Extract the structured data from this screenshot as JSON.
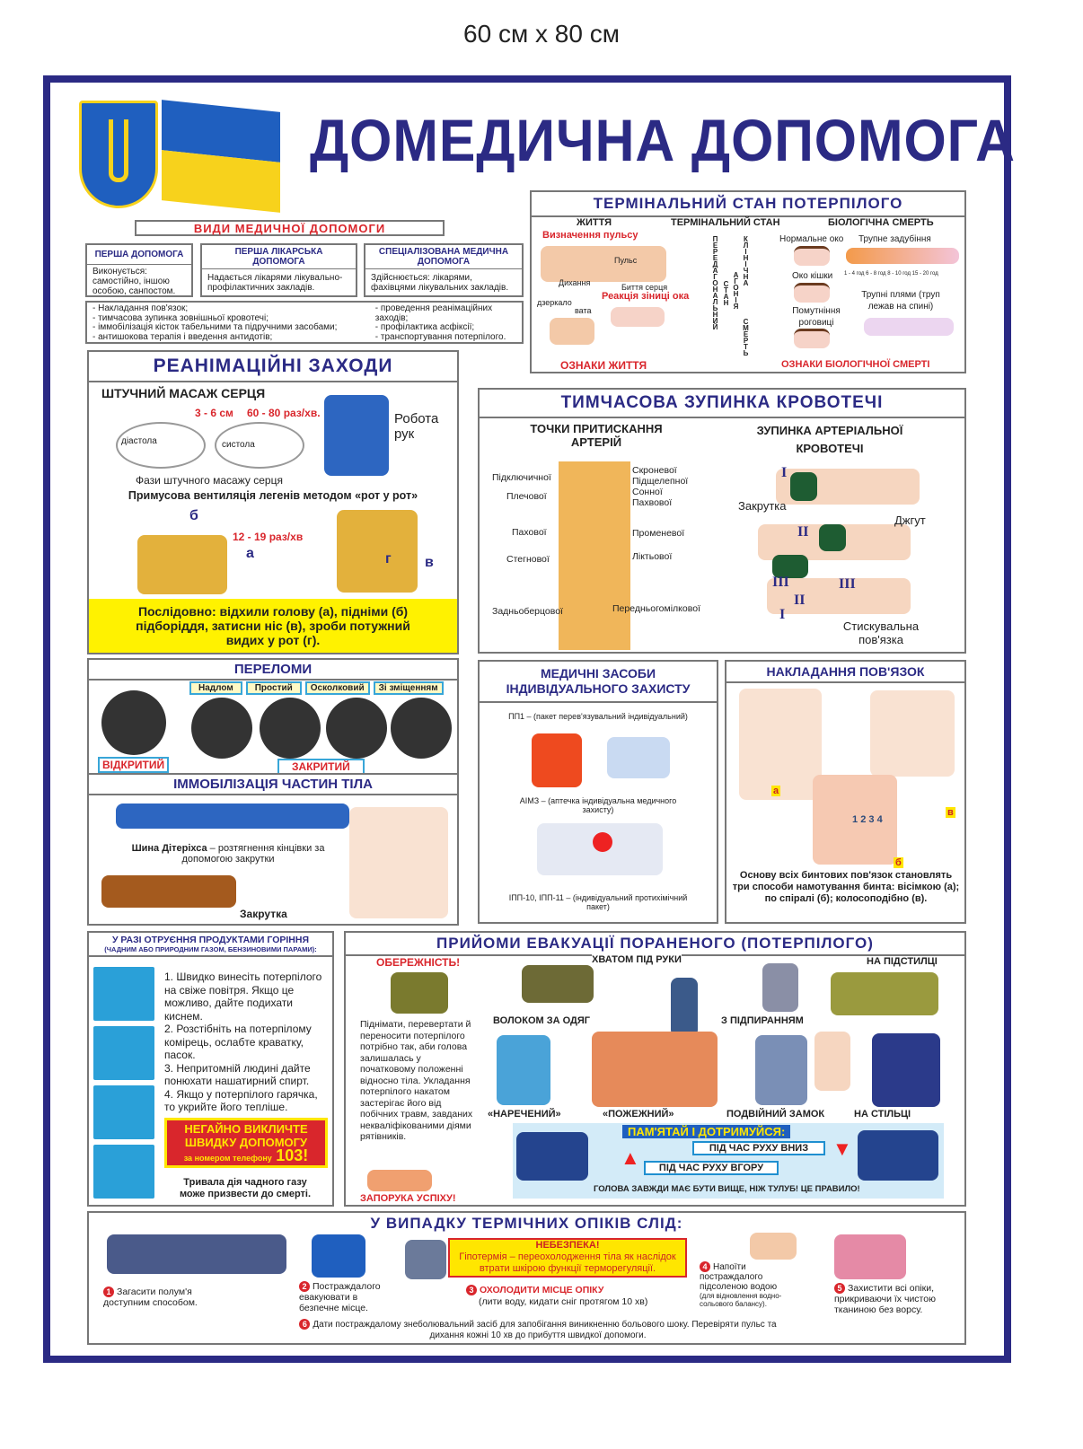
{
  "size_caption": "60 см х 80 см",
  "title": "ДОМЕДИЧНА ДОПОМОГА",
  "colors": {
    "navy": "#2b2a84",
    "red": "#d9262c",
    "yellow": "#ffeb00",
    "flag_blue": "#1f5fbf",
    "flag_yellow": "#f7d21c"
  },
  "types": {
    "title": "ВИДИ МЕДИЧНОЇ ДОПОМОГИ",
    "cols": [
      {
        "head": "ПЕРША ДОПОМОГА",
        "text": "Виконується: самостійно, іншою особою, санпостом."
      },
      {
        "head": "ПЕРША ЛІКАРСЬКА ДОПОМОГА",
        "text": "Надається лікарями лікувально-профілактичних закладів."
      },
      {
        "head": "СПЕЦІАЛІЗОВАНА МЕДИЧНА ДОПОМОГА",
        "text": "Здійснюється: лікарями, фахівцями лікувальних закладів."
      }
    ],
    "left_list": [
      "- Накладання пов'язок;",
      "- тимчасова зупинка зовнішньої кровотечі;",
      "- іммобілізація кісток табельними та підручними засобами;",
      "- антишокова терапія і введення антидотів;"
    ],
    "right_list": [
      "- проведення реанімаційних заходів;",
      "- профілактика асфіксії;",
      "- транспортування потерпілого."
    ]
  },
  "terminal": {
    "title": "ТЕРМІНАЛЬНИЙ СТАН ПОТЕРПІЛОГО",
    "life": "ЖИТТЯ",
    "state": "ТЕРМІНАЛЬНИЙ СТАН",
    "death": "БІОЛОГІЧНА СМЕРТЬ",
    "pulse": "Визначення пульсу",
    "pulse_lbl": "Пульс",
    "breath": "Дихання",
    "heart": "Биття серця",
    "mirror": "дзеркало",
    "wool": "вата",
    "pupil": "Реакція зіниці ока",
    "v1": "ПЕРЕДАГОНАЛЬНИЙ",
    "v2": "СТАН",
    "v3": "АГОНІЯ",
    "v4": "КЛІНІЧНА",
    "v5": "СМЕРТЬ",
    "normal_eye": "Нормальне око",
    "cat_eye": "Око кішки",
    "cornea": "Помутніння роговиці",
    "rigor": "Трупне задубіння",
    "hours": "1 - 4 год  6 - 8 год  8 - 10 год  15 - 20 год",
    "spots": "Трупні плями (труп лежав на спині)",
    "signs_life": "ОЗНАКИ ЖИТТЯ",
    "signs_death": "ОЗНАКИ БІОЛОГІЧНОЇ СМЕРТІ"
  },
  "reanim": {
    "title": "РЕАНІМАЦІЙНІ ЗАХОДИ",
    "massage": "ШТУЧНИЙ МАСАЖ СЕРЦЯ",
    "depth": "3 - 6 см",
    "rate": "60 - 80 раз/хв.",
    "diastole": "діастола",
    "systole": "систола",
    "phases": "Фази штучного масажу серця",
    "hands": "Робота рук",
    "vent": "Примусова вентиляція легенів методом «рот у рот»",
    "vent_rate": "12 - 19 раз/хв",
    "a": "а",
    "b": "б",
    "v": "в",
    "g": "г",
    "seq_bold": "Послідовно:",
    "seq": " відхили голову (а), підніми (б) підборіддя, затисни ніс (в), зроби потужний видих у рот (г)."
  },
  "bleed": {
    "title": "ТИМЧАСОВА ЗУПИНКА КРОВОТЕЧІ",
    "points": "ТОЧКИ ПРИТИСКАННЯ АРТЕРІЙ",
    "arterial": "ЗУПИНКА АРТЕРІАЛЬНОЇ КРОВОТЕЧІ",
    "left_labels": [
      "Підключичної",
      "Плечової",
      "Пахової",
      "Стегнової",
      "Задньоберцової"
    ],
    "right_labels": [
      "Скроневої",
      "Підщелепної",
      "Сонної",
      "Пахвової",
      "Променевої",
      "Ліктьової",
      "Передньогомілкової"
    ],
    "twist": "Закрутка",
    "tourniquet": "Джгут",
    "pressure": "Стискувальна пов'язка",
    "roman": [
      "I",
      "II",
      "III",
      "II",
      "III",
      "I"
    ]
  },
  "fract": {
    "title": "ПЕРЕЛОМИ",
    "types": [
      "Надлом",
      "Простий",
      "Осколковий",
      "Зі зміщенням"
    ],
    "open": "ВІДКРИТИЙ",
    "closed": "ЗАКРИТИЙ"
  },
  "immob": {
    "title": "ІММОБІЛІЗАЦІЯ ЧАСТИН ТІЛА",
    "splint_bold": "Шина Дітеріхса",
    "splint": " – розтягнення кінцівки за допомогою закрутки",
    "twist": "Закрутка"
  },
  "ppe": {
    "title": "МЕДИЧНІ ЗАСОБИ ІНДИВІДУАЛЬНОГО ЗАХИСТУ",
    "pp1": "ПП1 – (пакет перев'язувальний індивідуальний)",
    "aim": "АІМЗ – (аптечка індивідуальна медичного захисту)",
    "ipp": "ІПП-10, ІПП-11 – (індивідуальний протихімічний пакет)"
  },
  "bandage": {
    "title": "НАКЛАДАННЯ ПОВ'ЯЗОК",
    "a": "а",
    "b": "б",
    "v": "в",
    "nums": [
      "1",
      "2",
      "3",
      "4"
    ],
    "text1": "Основу всіх бинтових пов'язок становлять три способи намотування бинта: ",
    "w1": "вісімкою",
    "t2": " (а); ",
    "w2": "по спіралі",
    "t3": " (б); ",
    "w3": "колосоподібно",
    "t4": " (в)."
  },
  "poison": {
    "title": "У РАЗІ ОТРУЄННЯ ПРОДУКТАМИ ГОРІННЯ",
    "sub": "(ЧАДНИМ АБО ПРИРОДНИМ ГАЗОМ, БЕНЗИНОВИМИ ПАРАМИ):",
    "steps": [
      "1. Швидко винесіть потерпілого на свіже повітря. Якщо це можливо, дайте подихати киснем.",
      "2. Розстібніть на потерпілому комірець, ослабте краватку, пасок.",
      "3. Непритомній людині дайте понюхати нашатирний спирт.",
      "4. Якщо у потерпілого гарячка, то укрийте його тепліше."
    ],
    "call1": "НЕГАЙНО ВИКЛИЧТЕ",
    "call2": "ШВИДКУ ДОПОМОГУ",
    "call3": "за номером телефону",
    "phone": "103!",
    "warn": "Тривала дія чадного газу може призвести до смерті."
  },
  "evac": {
    "title": "ПРИЙОМИ ЕВАКУАЦІЇ ПОРАНЕНОГО (ПОТЕРПІЛОГО)",
    "caution": "ОБЕРЕЖНІСТЬ!",
    "caution_text": "Піднімати, перевертати й переносити потерпілого потрібно так, аби голова залишалась у початковому положенні відносно тіла. Укладання потерпілого накатом застерігає його від побічних травм, завданих некваліфікованими діями рятівників.",
    "success": "ЗАПОРУКА УСПІХУ!",
    "methods": [
      "ХВАТОМ ПІД РУКИ",
      "ВОЛОКОМ ЗА ОДЯГ",
      "З ПІДПИРАННЯМ",
      "НА ПІДСТИЛЦІ",
      "«НАРЕЧЕНИЙ»",
      "«ПОЖЕЖНИЙ»",
      "ПОДВІЙНИЙ ЗАМОК",
      "НА СТІЛЬЦІ"
    ],
    "remember": "ПАМ'ЯТАЙ І ДОТРИМУЙСЯ:",
    "down": "ПІД ЧАС РУХУ ВНИЗ",
    "up": "ПІД ЧАС РУХУ ВГОРУ",
    "rule": "ГОЛОВА ЗАВЖДИ МАЄ БУТИ ВИЩЕ, НІЖ ТУЛУБ! ЦЕ ПРАВИЛО!"
  },
  "burns": {
    "title": "У ВИПАДКУ ТЕРМІЧНИХ ОПІКІВ СЛІД:",
    "danger": "НЕБЕЗПЕКА!",
    "danger_text": "Гіпотермія – переохолодження тіла як наслідок втрати шкірою функції терморегуляції.",
    "steps": [
      {
        "n": "1",
        "t": "Загасити полум'я доступним способом."
      },
      {
        "n": "2",
        "t": "Постраждалого евакуювати в безпечне місце."
      },
      {
        "n": "3",
        "t": "ОХОЛОДИТИ МІСЦЕ ОПІКУ",
        "sub": "(лити воду, кидати сніг протягом 10 хв)"
      },
      {
        "n": "4",
        "t": "Напоїти постраждалого підсоленою водою",
        "sub": "(для відновлення водно-сольового балансу)."
      },
      {
        "n": "5",
        "t": "Захистити всі опіки, прикриваючи їх чистою тканиною без ворсу."
      },
      {
        "n": "6",
        "t": "Дати постраждалому знеболювальний засіб для запобігання виникненню больового шоку. Перевіряти пульс та дихання кожні 10 хв до прибуття швидкої допомоги."
      }
    ]
  }
}
